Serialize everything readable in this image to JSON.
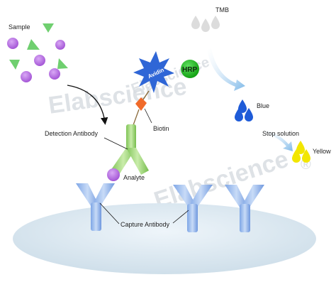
{
  "labels": {
    "sample": "Sample",
    "tmb": "TMB",
    "hrp": "HRP",
    "avidin": "Avidin",
    "biotin": "Biotin",
    "blue": "Blue",
    "stop_solution": "Stop solution",
    "yellow": "Yellow",
    "detection_antibody": "Detection Antibody",
    "analyte": "Analyte",
    "capture_antibody": "Capture Antibody"
  },
  "watermark": {
    "text_1": "Elabscience",
    "text_2": "Elabscience",
    "text_3": "Elabscience",
    "registered_mark": "®"
  },
  "colors": {
    "analyte_purple": "#b46be0",
    "triangle_green": "#6fcf6f",
    "avidin_blue": "#2f66d6",
    "hrp_green": "#25b825",
    "biotin_orange": "#f06a2a",
    "blue_drop": "#1e5bd8",
    "yellow_drop": "#f2e600",
    "antibody_blue": "#8fb2ec",
    "detection_green": "#9bd66a",
    "plate": "#dde9f1",
    "arrow": "#8fc3ea"
  }
}
